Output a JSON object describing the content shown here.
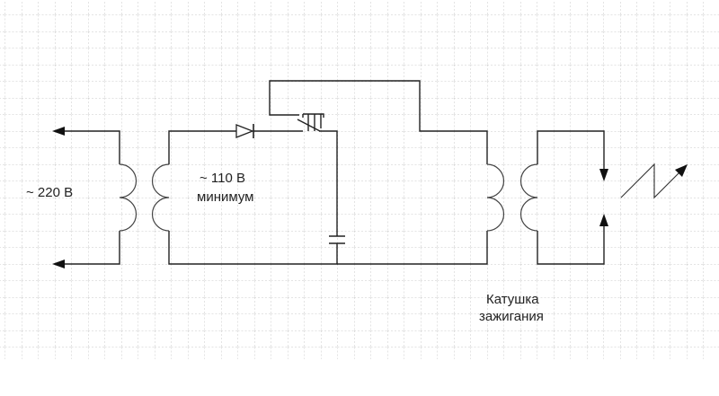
{
  "labels": {
    "input_voltage": "~  220 В",
    "secondary_voltage": "~  110 В",
    "secondary_note": "минимум",
    "coil_line1": "Катушка",
    "coil_line2": "зажигания"
  },
  "colors": {
    "wire": "#222222",
    "grid": "#c8c8c8",
    "background": "#ffffff"
  }
}
